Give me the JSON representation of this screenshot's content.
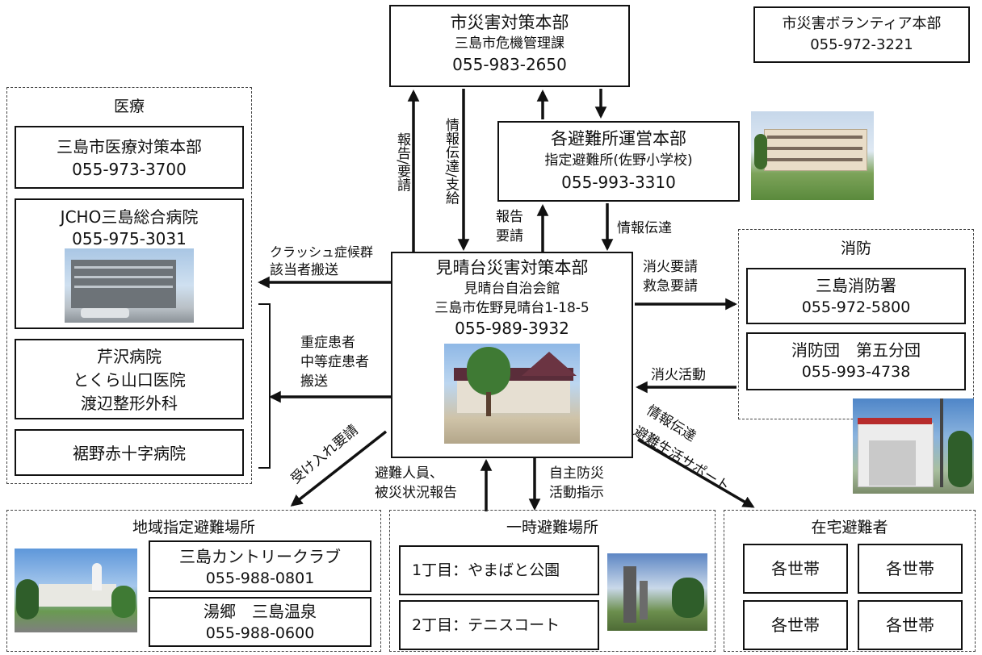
{
  "city_hq": {
    "title": "市災害対策本部",
    "dept": "三島市危機管理課",
    "phone": "055-983-2650"
  },
  "volunteer_hq": {
    "title": "市災害ボランティア本部",
    "phone": "055-972-3221"
  },
  "shelter_hq": {
    "title": "各避難所運営本部",
    "place": "指定避難所(佐野小学校)",
    "phone": "055-993-3310"
  },
  "medical": {
    "title": "医療",
    "hq": {
      "name": "三島市医療対策本部",
      "phone": "055-973-3700"
    },
    "jcho": {
      "name": "JCHO三島総合病院",
      "phone": "055-975-3031"
    },
    "clinics": [
      "芹沢病院",
      "とくら山口医院",
      "渡辺整形外科"
    ],
    "red_cross": "裾野赤十字病院"
  },
  "main_hq": {
    "title": "見晴台災害対策本部",
    "place": "見晴台自治会館",
    "address": "三島市佐野見晴台1-18-5",
    "phone": "055-989-3932"
  },
  "fire": {
    "title": "消防",
    "station": {
      "name": "三島消防署",
      "phone": "055-972-5800"
    },
    "corps": {
      "name": "消防団　第五分団",
      "phone": "055-993-4738"
    }
  },
  "regional_shelter": {
    "title": "地域指定避難場所",
    "a": {
      "name": "三島カントリークラブ",
      "phone": "055-988-0801"
    },
    "b": {
      "name": "湯郷　三島温泉",
      "phone": "055-988-0600"
    }
  },
  "temp_shelter": {
    "title": "一時避難場所",
    "items": [
      "1丁目：やまばと公園",
      "2丁目：テニスコート"
    ]
  },
  "home_evacuees": {
    "title": "在宅避難者",
    "households": [
      "各世帯",
      "各世帯",
      "各世帯",
      "各世帯"
    ]
  },
  "labels": {
    "report_request": "報告/要請",
    "info_supply": "情報伝達/支給",
    "report": "報告",
    "request": "要請",
    "info_transmit": "情報伝達",
    "crush_1": "クラッシュ症候群",
    "crush_2": "該当者搬送",
    "severe_1": "重症患者",
    "severe_2": "中等症患者",
    "severe_3": "搬送",
    "fire_req": "消火要請",
    "ems_req": "救急要請",
    "firefight": "消火活動",
    "support_1": "情報伝達",
    "support_2": "避難生活サポート",
    "accept_req": "受け入れ要請",
    "evac_1": "避難人員、",
    "evac_2": "被災状況報告",
    "self_1": "自主防災",
    "self_2": "活動指示"
  }
}
